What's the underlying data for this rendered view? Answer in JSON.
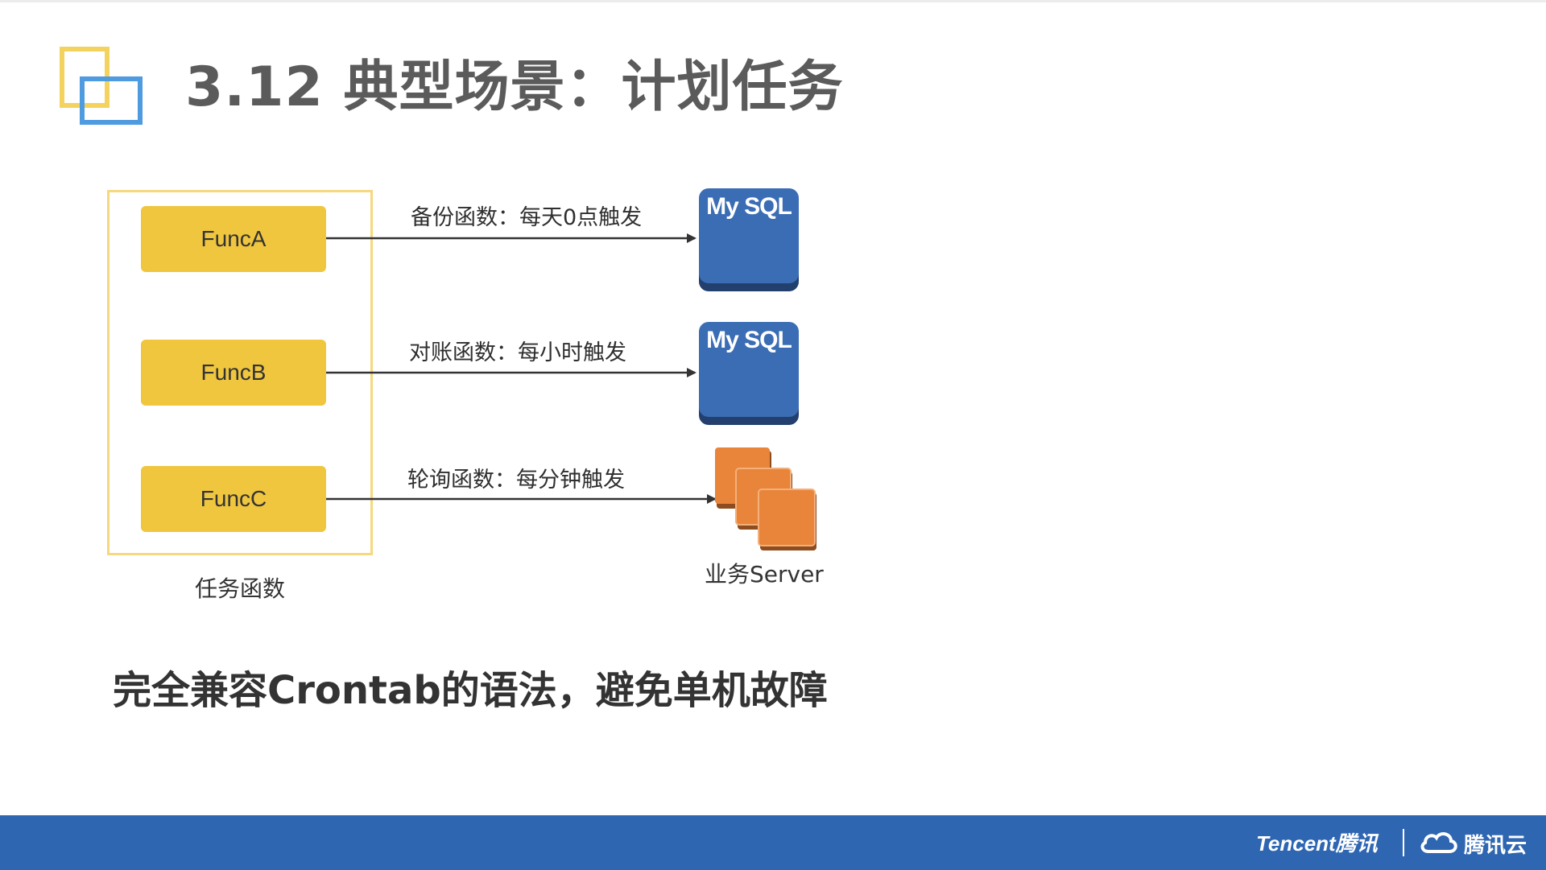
{
  "slide": {
    "title": "3.12 典型场景：计划任务",
    "tagline": "完全兼容Crontab的语法，避免单机故障"
  },
  "diagram": {
    "group_label": "任务函数",
    "functions": [
      {
        "label": "FuncA"
      },
      {
        "label": "FuncB"
      },
      {
        "label": "FuncC"
      }
    ],
    "edges": [
      {
        "label": "备份函数：每天0点触发",
        "target": "mysql-1"
      },
      {
        "label": "对账函数：每小时触发",
        "target": "mysql-2"
      },
      {
        "label": "轮询函数：每分钟触发",
        "target": "server"
      }
    ],
    "targets": {
      "mysql_1": {
        "label": "My SQL"
      },
      "mysql_2": {
        "label": "My SQL"
      },
      "server": {
        "label": "业务Server"
      }
    }
  },
  "footer": {
    "brand": "Tencent腾讯",
    "product": "腾讯云"
  },
  "colors": {
    "function_box": "#f0c63e",
    "group_border": "#f6d87f",
    "database": "#3b6db5",
    "server": "#e8853a",
    "footer_bar": "#2f66b2",
    "title_text": "#5b5b5b"
  },
  "icons": [
    "overlapping-squares-icon",
    "mysql-database-icon",
    "server-stack-icon",
    "cloud-icon"
  ]
}
